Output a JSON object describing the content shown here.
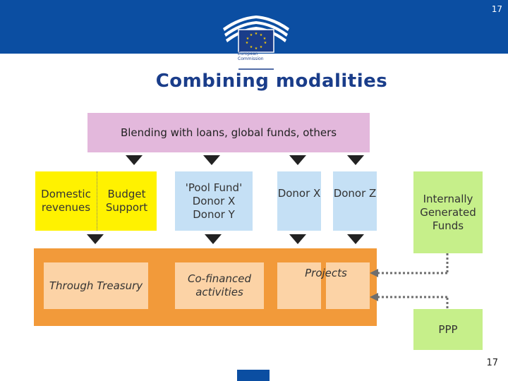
{
  "header": {
    "slide_number": "17",
    "logo_text": "European Commission"
  },
  "title": "Combining modalities",
  "boxes": {
    "blending": "Blending with loans, global funds, others",
    "domestic_revenues": "Domestic revenues",
    "budget_support": "Budget Support",
    "pool_fund": "'Pool Fund' Donor X Donor Y",
    "donor_x": "Donor X",
    "donor_z": "Donor Z",
    "internally_generated": "Internally Generated Funds",
    "through_treasury": "Through Treasury",
    "co_financed": "Co-financed activities",
    "projects": "Projects",
    "ppp": "PPP"
  },
  "footer": {
    "slide_number": "17"
  },
  "colors": {
    "header_blue": "#0b4ea2",
    "title_blue": "#1a3d8a",
    "blend_pink": "#e3b8dc",
    "yellow": "#fff200",
    "light_blue": "#c5e0f5",
    "green": "#c6ef8a",
    "orange": "#f29a3a",
    "light_orange": "#fcd3a6"
  }
}
